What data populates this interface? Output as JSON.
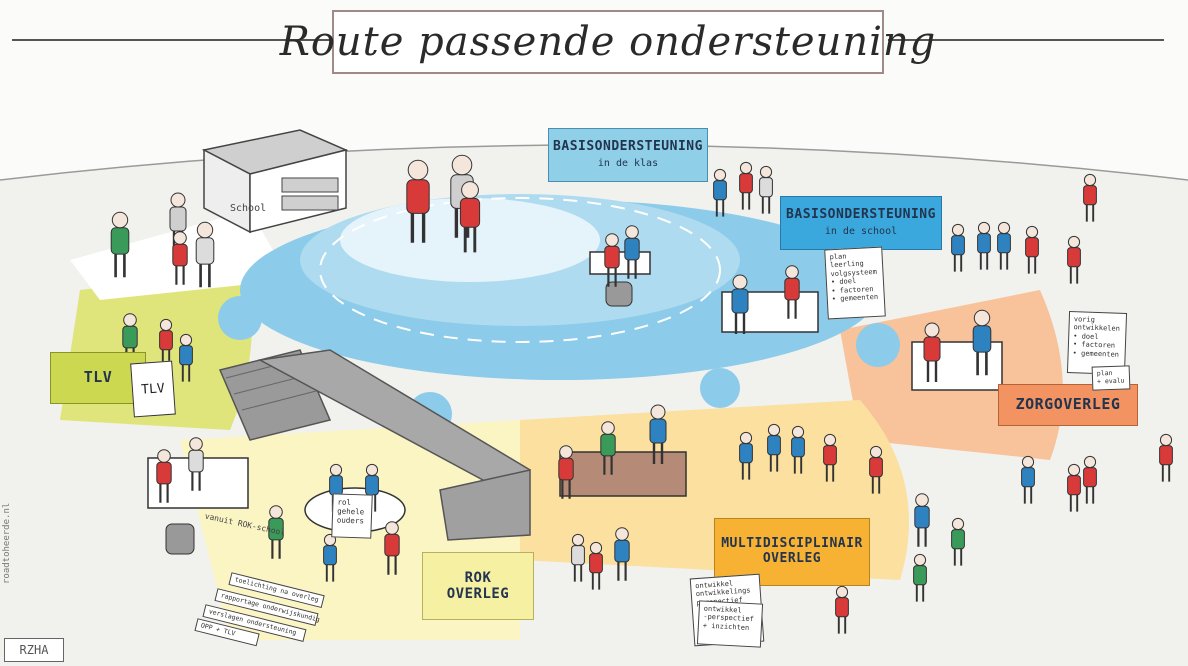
{
  "title": "Route passende ondersteuning",
  "labels": {
    "basis_klas_title": "BASISONDERSTEUNING",
    "basis_klas_sub": "in de klas",
    "basis_school_title": "BASISONDERSTEUNING",
    "basis_school_sub": "in de school",
    "zorgoverleg": "ZORGOVERLEG",
    "multi_line1": "MULTIDISCIPLINAIR",
    "multi_line2": "OVERLEG",
    "rok_line1": "ROK",
    "rok_line2": "OVERLEG",
    "tlv": "TLV",
    "tlv_card": "TLV"
  },
  "handwritten": {
    "school": "School",
    "rok_school": "vanuit ROK-school",
    "credit": "roadtoheerde.nl",
    "logo": "RZHA"
  },
  "notes": {
    "plan_school": [
      "plan",
      "leerling",
      "volgsysteem",
      "• doel",
      "• factoren",
      "• gemeenten"
    ],
    "plan_zorg": [
      "vorig",
      "ontwikkelen",
      "• doel",
      "• factoren",
      "• gemeenten"
    ],
    "plan_zorg_small": [
      "plan",
      "+ evalu"
    ],
    "rok_note": [
      "rol",
      "gehele",
      "ouders"
    ],
    "multi_note": [
      "ontwikkel",
      "ontwikkelings",
      "perspectief"
    ],
    "multi_note2": [
      "ontwikkel",
      "-perspectief",
      "+ inzichten"
    ]
  },
  "papers": [
    "toelichting na overleg",
    "rapportage onderwijskundig",
    "verslagen ondersteuning",
    "OPP + TLV"
  ],
  "colors": {
    "pond_light": "#c9e7f5",
    "pond_mid": "#8ccbe9",
    "pond_dark": "#3ea6d8",
    "zorg_orange": "#f8c29a",
    "multi_yellow": "#fbe0a0",
    "rok_yellow": "#fbf5c4",
    "tlv_green": "#dfe57a",
    "red_person": "#d83a3a",
    "blue_person": "#2f82c0",
    "green_person": "#3a9a5a"
  }
}
